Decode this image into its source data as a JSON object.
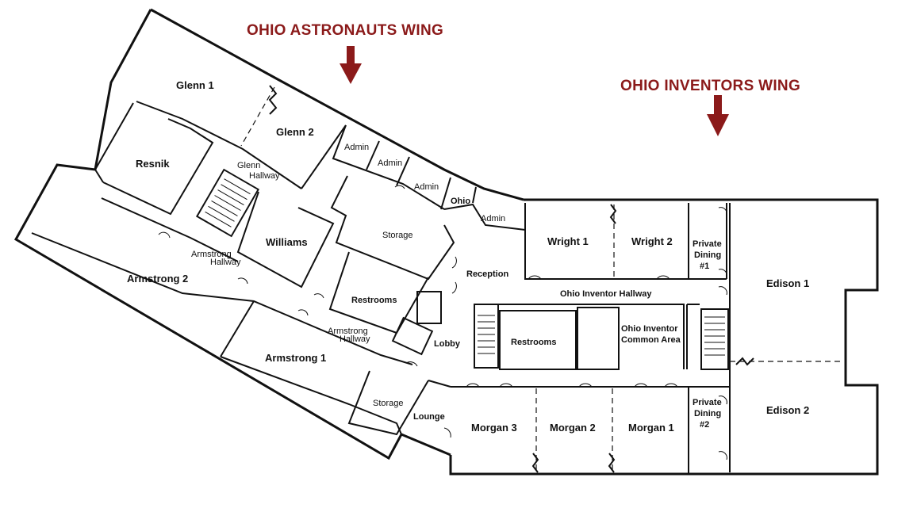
{
  "wings": {
    "astronauts": "OHIO ASTRONAUTS WING",
    "inventors": "OHIO INVENTORS WING"
  },
  "arrow_color": "#8b1a1a",
  "rooms": {
    "glenn1": "Glenn 1",
    "glenn2": "Glenn 2",
    "glenn_hallway_1": "Glenn",
    "glenn_hallway_2": "Hallway",
    "resnik": "Resnik",
    "admin1": "Admin",
    "admin2": "Admin",
    "admin3": "Admin",
    "ohio": "Ohio",
    "admin4": "Admin",
    "storage1": "Storage",
    "williams": "Williams",
    "armstrong_hallway_a1": "Armstrong",
    "armstrong_hallway_a2": "Hallway",
    "armstrong2": "Armstrong 2",
    "restrooms1": "Restrooms",
    "reception": "Reception",
    "wright1": "Wright 1",
    "wright2": "Wright 2",
    "private_dining1_a": "Private",
    "private_dining1_b": "Dining",
    "private_dining1_c": "#1",
    "edison1": "Edison 1",
    "ohio_inventor_hallway": "Ohio Inventor Hallway",
    "armstrong_hallway_b1": "Armstrong",
    "armstrong_hallway_b2": "Hallway",
    "lobby": "Lobby",
    "restrooms2": "Restrooms",
    "common_area_1": "Ohio Inventor",
    "common_area_2": "Common Area",
    "armstrong1": "Armstrong 1",
    "storage2": "Storage",
    "lounge": "Lounge",
    "morgan3": "Morgan 3",
    "morgan2": "Morgan 2",
    "morgan1": "Morgan 1",
    "private_dining2_a": "Private",
    "private_dining2_b": "Dining",
    "private_dining2_c": "#2",
    "edison2": "Edison 2"
  }
}
